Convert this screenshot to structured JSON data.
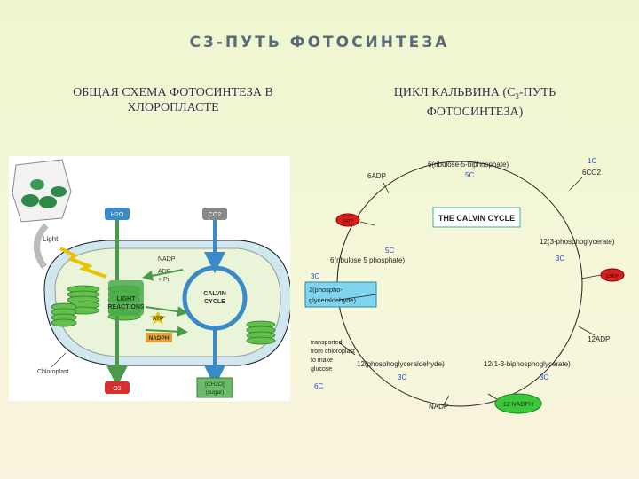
{
  "title": "C3-ПУТЬ ФОТОСИНТЕЗА",
  "left_heading": [
    "ОБЩАЯ СХЕМА ФОТОСИНТЕЗА В",
    "ХЛОРОПЛАСТЕ"
  ],
  "right_heading": {
    "line1_a": "ЦИКЛ КАЛЬВИНА (С",
    "line1_sub": "3",
    "line1_b": "-ПУТЬ",
    "line2": "ФОТОСИНТЕЗА)"
  },
  "chloroplast": {
    "h2o": "H2O",
    "co2": "CO2",
    "light": "Light",
    "nadp": "NADP",
    "adp": "ADP",
    "pi": "+ Pi",
    "light_reactions": [
      "LIGHT",
      "REACTIONS"
    ],
    "calvin": [
      "CALVIN",
      "CYCLE"
    ],
    "atp": "ATP",
    "nadph": "NADPH",
    "chloroplast_label": "Chloroplast",
    "o2": "O2",
    "sugar": [
      "[CH2O]",
      "(sugar)"
    ]
  },
  "calvin": {
    "title": "THE CALVIN CYCLE",
    "rubp6": "6(ribulose-5-biphosphate)",
    "adp6": "6ADP",
    "c5_top": "5C",
    "c1": "1C",
    "co2_6": "6CO2",
    "pga12": "12(3-phosphoglycerate)",
    "c3_right": "3C",
    "adp12": "12ADP",
    "bpg12": "12(1-3-biphosphoglycerate)",
    "c3_bottom": "3C",
    "nadph12": "12 NADPH",
    "nadp": "NADP",
    "gald12": "12(phosphoglyceraldehyde)",
    "c3_mid": "3C",
    "transported": [
      "transported",
      "from chloroplast",
      "to make",
      "glucose"
    ],
    "c6": "6C",
    "c3_box": "3C",
    "box": [
      "2(phospho-",
      "glyceraldehyde)"
    ],
    "rub5": "6(ribulose 5 phosphate)",
    "c5_mid": "5C",
    "atp_left": "6ATP",
    "atp_right": "12ATP"
  }
}
